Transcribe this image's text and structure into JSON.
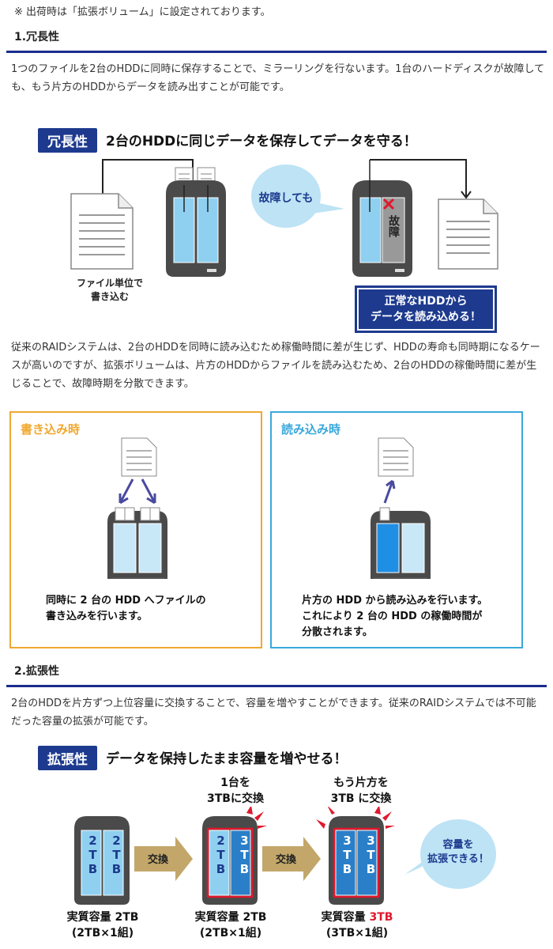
{
  "note": "※ 出荷時は「拡張ボリューム」に設定されております。",
  "sec1": {
    "heading": "1.冗長性",
    "para": "1つのファイルを2台のHDDに同時に保存することで、ミラーリングを行ないます。1台のハードディスクが故障しても、もう片方のHDDからデータを読み出すことが可能です。",
    "badge": "冗長性",
    "title": "2台のHDDに同じデータを保存してデータを守る！",
    "file_caption_1": "ファイル単位で",
    "file_caption_2": "書き込む",
    "bubble": "故障しても",
    "broken_label": "故障",
    "result_1": "正常なHDDから",
    "result_2": "データを読み込める！"
  },
  "para2": "従来のRAIDシステムは、2台のHDDを同時に読み込むため稼働時間に差が生じず、HDDの寿命も同時期になるケースが高いのですが、拡張ボリュームは、片方のHDDからファイルを読み込むため、2台のHDDの稼働時間に差が生じることで、故障時期を分散できます。",
  "write_box": {
    "title": "書き込み時",
    "line1": "同時に 2 台の HDD へファイルの",
    "line2": "書き込みを行います。",
    "color": "#f0a830"
  },
  "read_box": {
    "title": "読み込み時",
    "line1": "片方の HDD から読み込みを行います。",
    "line2": "これにより 2 台の HDD の稼働時間が",
    "line3": "分散されます。",
    "color": "#3aa8dc"
  },
  "sec2": {
    "heading": "2.拡張性",
    "para": "2台のHDDを片方ずつ上位容量に交換することで、容量を増やすことができます。従来のRAIDシステムでは不可能だった容量の拡張が可能です。",
    "badge": "拡張性",
    "title": "データを保持したまま容量を増やせる！",
    "step2_top_1": "1台を",
    "step2_top_2": "3TBに交換",
    "step3_top_1": "もう片方を",
    "step3_top_2": "3TB に交換",
    "arrow_label": "交換",
    "bubble_1": "容量を",
    "bubble_2": "拡張できる！",
    "cap1_a": "実質容量 2TB",
    "cap1_b": "(2TB×1組)",
    "cap2_a": "実質容量 2TB",
    "cap2_b": "(2TB×1組)",
    "cap3_a": "実質容量 ",
    "cap3_hl": "3TB",
    "cap3_b": "(3TB×1組)",
    "disk_2tb": "2TB",
    "disk_3tb": "3TB",
    "highlight_color": "#e0182d"
  }
}
